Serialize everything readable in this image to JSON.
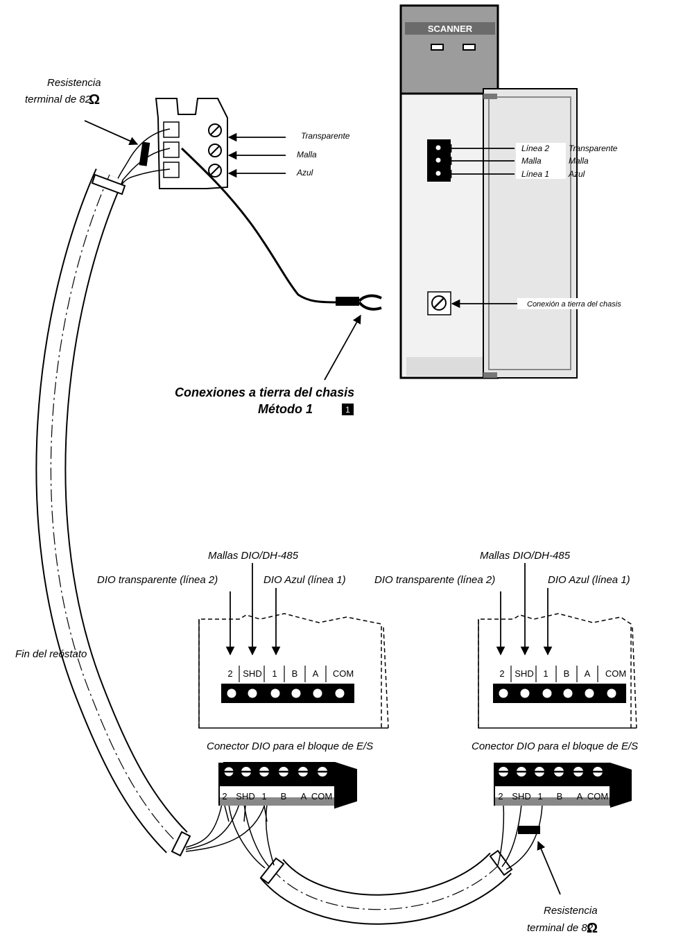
{
  "module": {
    "title": "SCANNER",
    "colors": {
      "header": "#9c9c9c",
      "title_bar": "#6b6b6b",
      "face": "#f2f2f2",
      "door": "#e6e6e6",
      "door_edge": "#c8c8c8"
    },
    "port_labels": {
      "line2": "Línea 2",
      "shield": "Malla",
      "line1": "Línea 1"
    },
    "wire_labels": {
      "clear": "Transparente",
      "shield": "Malla",
      "blue": "Azul"
    },
    "chassis_ground": "Conexión a tierra del chasis"
  },
  "top_connector": {
    "resistor_label_1": "Resistencia",
    "resistor_label_2": "terminal de 82",
    "omega": "Ω",
    "wire_labels": {
      "clear": "Transparente",
      "shield": "Malla",
      "blue": "Azul"
    }
  },
  "ground_note": {
    "line1": "Conexiones a tierra del chasis",
    "line2": "Método 1",
    "badge": "1"
  },
  "left_terminal": {
    "shields_label": "Mallas DIO/DH-485",
    "clear_label": "DIO transparente (línea 2)",
    "blue_label": "DIO Azul (línea 1)",
    "pins": [
      "2",
      "SHD",
      "1",
      "B",
      "A",
      "COM"
    ],
    "connector_title": "Conector DIO para el bloque de E/S"
  },
  "right_terminal": {
    "shields_label": "Mallas DIO/DH-485",
    "clear_label": "DIO transparente (línea 2)",
    "blue_label": "DIO Azul (línea 1)",
    "pins": [
      "2",
      "SHD",
      "1",
      "B",
      "A",
      "COM"
    ],
    "connector_title": "Conector DIO para el bloque de E/S"
  },
  "left_plug": {
    "pins": [
      "2",
      "SHD",
      "1",
      "B",
      "A",
      "COM"
    ]
  },
  "right_plug": {
    "pins": [
      "2",
      "SHD",
      "1",
      "B",
      "A",
      "COM"
    ]
  },
  "cable_end_label": "Fin del reóstato",
  "bottom_resistor": {
    "line1": "Resistencia",
    "line2": "terminal de 82",
    "omega": "Ω"
  }
}
